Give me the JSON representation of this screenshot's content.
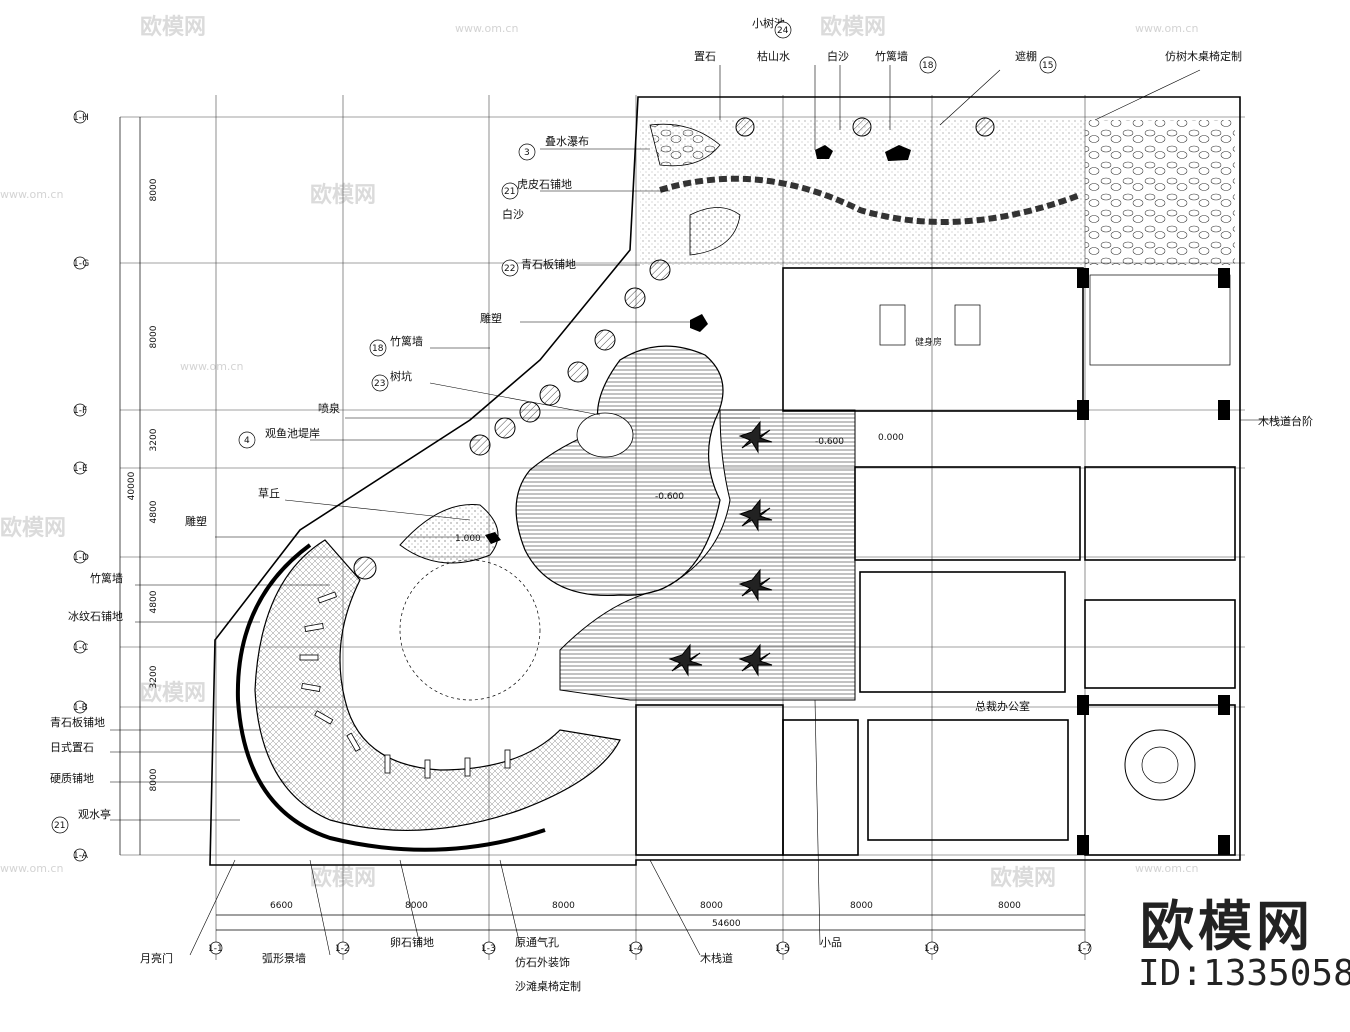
{
  "top_labels": {
    "zhi_shi": "置石",
    "xiao_shu_chi": "小树池",
    "ku_shan_shui": "枯山水",
    "bai_sha": "白沙",
    "zhu_li_qiang": "竹篱墙",
    "zhe_peng": "遮棚",
    "fang_shu_mu": "仿树木桌椅定制"
  },
  "left_labels": {
    "die_shui": "叠水瀑布",
    "hu_pi_shi": "虎皮石铺地",
    "bai_sha": "白沙",
    "qing_shi_ban": "青石板铺地",
    "diao_su_1": "雕塑",
    "zhu_li_qiang": "竹篱墙",
    "shu_keng": "树坑",
    "pen_quan": "喷泉",
    "guan_yu_chi": "观鱼池堤岸",
    "cao_qiu": "草丘",
    "diao_su_2": "雕塑",
    "zhu_li_qiang_2": "竹篱墙",
    "bing_wen_shi": "冰纹石铺地",
    "qing_shi_ban_2": "青石板铺地",
    "ri_shi_zhi_shi": "日式置石",
    "ying_zhi_pu_di": "硬质铺地",
    "guan_shui_ting": "观水亭"
  },
  "bottom_labels": {
    "yue_liang_men": "月亮门",
    "hu_xing_jing_qiang": "弧形景墙",
    "luan_shi_pu_di": "卵石铺地",
    "yuan_tong_qi_kong": "原通气孔",
    "fang_shi_wai_zhuang_shi": "仿石外装饰",
    "sha_tan_zhuo_yi": "沙滩桌椅定制",
    "mu_zhan_dao": "木栈道",
    "xiao_pin": "小品"
  },
  "right_labels": {
    "mu_zhan_shi_tai_jie": "木栈道台阶"
  },
  "rooms": {
    "jian_shen_fang": "健身房",
    "zong_cai_ban_gong_shi": "总裁办公室"
  },
  "detail_refs": {
    "r1": "3",
    "r2": "21",
    "r3": "4",
    "r4": "23",
    "r5": "22",
    "r6": "18",
    "r7": "21",
    "r8": "18",
    "r9": "15",
    "r10": "24"
  },
  "grid_left": [
    "1-H",
    "1-G",
    "1-F",
    "1-E",
    "1-D",
    "1-C",
    "1-B",
    "1-A"
  ],
  "grid_bottom": [
    "1-1",
    "1-2",
    "1-3",
    "1-4",
    "1-5",
    "1-6",
    "1-7"
  ],
  "dims_left": [
    "8000",
    "8000",
    "3200",
    "4800",
    "4800",
    "3200",
    "8000"
  ],
  "dim_left_total": "40000",
  "dims_bottom": [
    "6600",
    "8000",
    "8000",
    "8000",
    "8000",
    "8000"
  ],
  "dim_bottom_total": "54600",
  "levels": [
    "-0.600",
    "0.000",
    "1.000",
    "-0.600"
  ],
  "watermark": {
    "text": "欧模网",
    "url": "www.om.cn",
    "brand": "欧模网",
    "id": "ID:1335058"
  }
}
